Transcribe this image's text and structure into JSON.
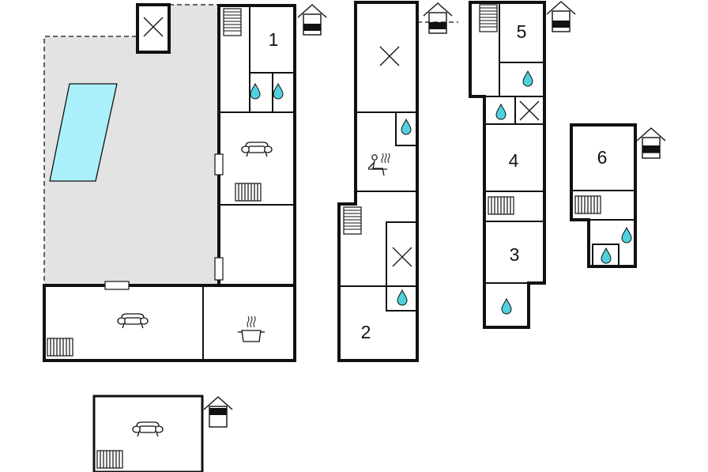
{
  "room_numbers": {
    "room_1": "1",
    "room_2": "2",
    "room_3": "3",
    "room_4": "4",
    "room_5": "5",
    "room_6": "6"
  },
  "colors": {
    "wall": "#111111",
    "terrace_fill": "#e3e3e3",
    "pool": "#aaf0fa",
    "water_drop": "#4fd0dc"
  },
  "icons": [
    "level-indicator-icon",
    "stairs-icon",
    "shower-icon",
    "sofa-icon",
    "radiator-icon",
    "sauna-icon",
    "cooking-pot-icon",
    "cross-icon",
    "pool-icon"
  ]
}
